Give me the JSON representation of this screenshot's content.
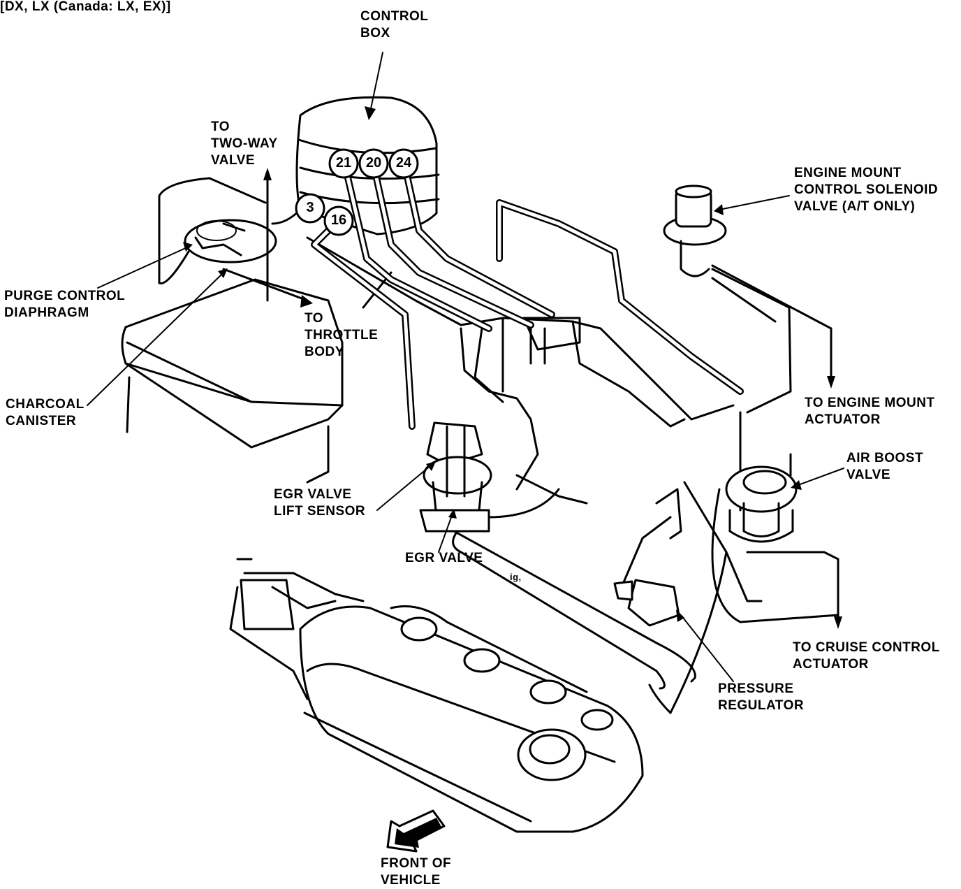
{
  "header": {
    "title": "[DX, LX (Canada: LX, EX)]"
  },
  "labels": {
    "control_box": [
      "CONTROL",
      "BOX"
    ],
    "to_two_way_valve": [
      "TO",
      "TWO-WAY",
      "VALVE"
    ],
    "purge_control_diaphragm": [
      "PURGE CONTROL",
      "DIAPHRAGM"
    ],
    "to_throttle_body": [
      "TO",
      "THROTTLE",
      "BODY"
    ],
    "charcoal_canister": [
      "CHARCOAL",
      "CANISTER"
    ],
    "engine_mount_solenoid": [
      "ENGINE MOUNT",
      "CONTROL SOLENOID",
      "VALVE (A/T ONLY)"
    ],
    "to_engine_mount_actuator": [
      "TO ENGINE MOUNT",
      "ACTUATOR"
    ],
    "air_boost_valve": [
      "AIR BOOST",
      "VALVE"
    ],
    "egr_valve_lift_sensor": [
      "EGR VALVE",
      "LIFT SENSOR"
    ],
    "egr_valve": [
      "EGR VALVE"
    ],
    "to_cruise_control_actuator": [
      "TO CRUISE CONTROL",
      "ACTUATOR"
    ],
    "pressure_regulator": [
      "PRESSURE",
      "REGULATOR"
    ],
    "front_of_vehicle": [
      "FRONT OF",
      "VEHICLE"
    ]
  },
  "callouts": {
    "c21": "21",
    "c20": "20",
    "c24": "24",
    "c3": "3",
    "c16": "16"
  },
  "stray_mark": "ig,"
}
